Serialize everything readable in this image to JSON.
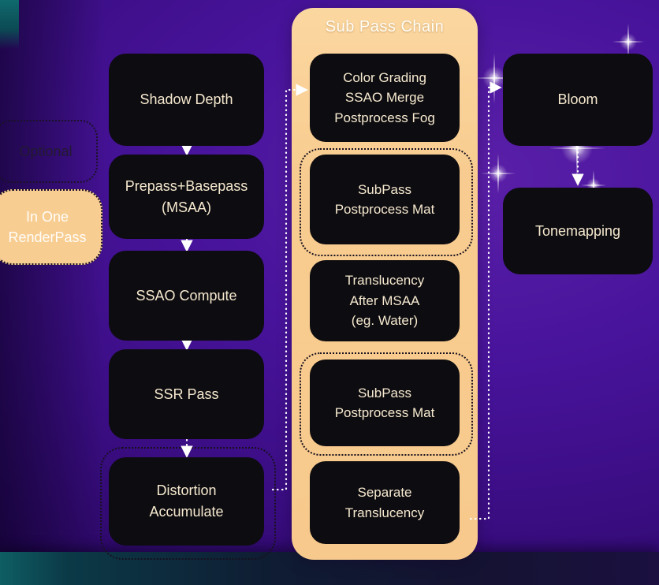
{
  "legend": {
    "optional": "Optional",
    "in_one": "In One\nRenderPass"
  },
  "left_column": [
    {
      "id": "shadow-depth",
      "label": "Shadow Depth",
      "optional": false
    },
    {
      "id": "prepass-basepass",
      "label": "Prepass+Basepass\n(MSAA)",
      "optional": false
    },
    {
      "id": "ssao-compute",
      "label": "SSAO Compute",
      "optional": false
    },
    {
      "id": "ssr-pass",
      "label": "SSR Pass",
      "optional": false
    },
    {
      "id": "distortion-accumulate",
      "label": "Distortion\nAccumulate",
      "optional": true
    }
  ],
  "subpass_chain": {
    "title": "Sub Pass Chain",
    "nodes": [
      {
        "id": "color-grading-ssao-merge-postprocess-fog",
        "label": "Color Grading\nSSAO Merge\nPostprocess Fog",
        "optional": false
      },
      {
        "id": "subpass-postprocess-mat-1",
        "label": "SubPass\nPostprocess Mat",
        "optional": true
      },
      {
        "id": "translucency-after-msaa",
        "label": "Translucency\nAfter MSAA\n(eg. Water)",
        "optional": false
      },
      {
        "id": "subpass-postprocess-mat-2",
        "label": "SubPass\nPostprocess Mat",
        "optional": true
      },
      {
        "id": "separate-translucency",
        "label": "Separate\nTranslucency",
        "optional": false
      }
    ]
  },
  "right_column": [
    {
      "id": "bloom",
      "label": "Bloom",
      "optional": false
    },
    {
      "id": "tonemapping",
      "label": "Tonemapping",
      "optional": false
    }
  ],
  "colors": {
    "background_purple": "#47139a",
    "node_black": "#0d0c10",
    "node_text_cream": "#f6e9cf",
    "container_orange": "#f8cc90",
    "connector_white": "#ffffff",
    "dotted_outline_dark": "#17101f",
    "bottom_band_teal": "#0e5e64"
  }
}
